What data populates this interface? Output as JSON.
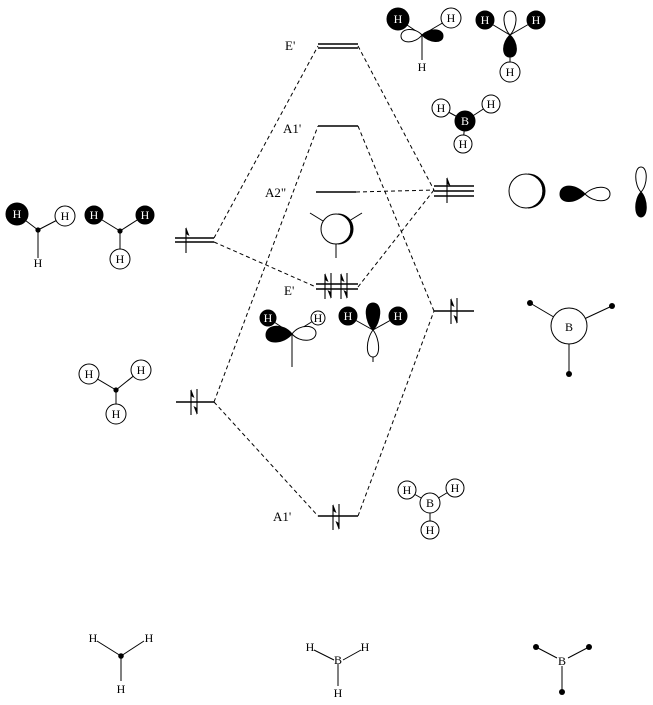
{
  "atoms": {
    "h": "H",
    "b": "B"
  },
  "levels": {
    "e_upper": "E'",
    "a1_upper": "A1'",
    "a2pp": "A2\"",
    "e_lower": "E'",
    "a1_lower": "A1'"
  },
  "colors": {
    "ink": "#000000",
    "paper": "#ffffff"
  }
}
